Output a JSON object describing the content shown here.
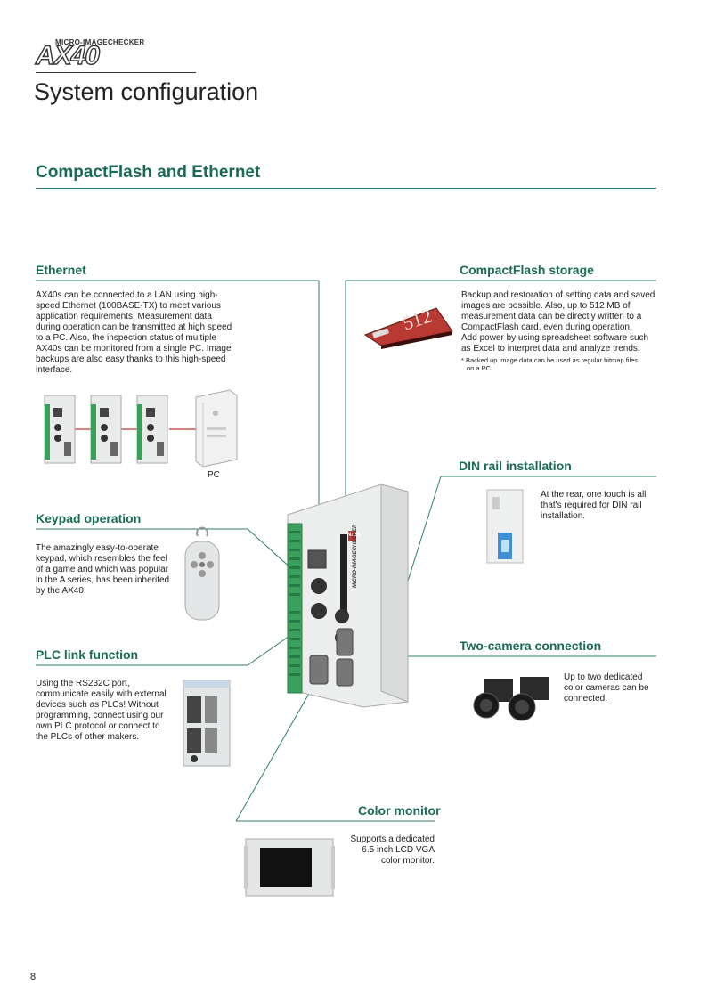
{
  "header": {
    "brand_small": "MICRO-IMAGECHECKER",
    "brand_model": "AX40",
    "page_title": "System configuration"
  },
  "section": {
    "title": "CompactFlash and Ethernet"
  },
  "ethernet": {
    "heading": "Ethernet",
    "body": [
      "AX40s can be connected to a LAN using high-",
      "speed Ethernet (100BASE-TX) to meet various",
      "application requirements. Measurement data",
      "during operation can be transmitted at high speed",
      "to a PC. Also, the inspection status of multiple",
      "AX40s can be monitored from a single PC. Image",
      "backups are also easy thanks to this high-speed",
      "interface."
    ],
    "pc_label": "PC"
  },
  "compactflash": {
    "heading": "CompactFlash storage",
    "body": [
      "Backup and restoration of setting data and saved",
      "images are possible. Also, up to 512 MB of",
      "measurement data can be directly written to a",
      "CompactFlash card, even during operation.",
      "Add power by using spreadsheet software such",
      "as Excel to interpret data and analyze trends."
    ],
    "footnote": [
      "* Backed up image data can be used as regular bitmap files",
      "on a PC."
    ],
    "card_label": "512"
  },
  "din": {
    "heading": "DIN rail installation",
    "body": [
      "At the rear, one touch is all",
      "that's required for DIN rail",
      "installation."
    ]
  },
  "keypad": {
    "heading": "Keypad operation",
    "body": [
      "The amazingly easy-to-operate",
      "keypad, which resembles the feel",
      "of a game and which was popular",
      "in the A series, has been inherited",
      "by the AX40."
    ]
  },
  "plc": {
    "heading": "PLC link function",
    "body": [
      "Using the RS232C port,",
      "communicate easily with external",
      "devices such as PLCs! Without",
      "programming, connect using our",
      "own PLC protocol or connect to",
      "the PLCs of other makers."
    ]
  },
  "camera": {
    "heading": "Two-camera connection",
    "body": [
      "Up to two dedicated",
      "color cameras can be",
      "connected."
    ]
  },
  "monitor": {
    "heading": "Color monitor",
    "body": [
      "Supports a dedicated",
      "6.5 inch LCD VGA",
      "color monitor."
    ]
  },
  "device": {
    "brand": "NAIS",
    "side_text": "MICRO-IMAGECHECKER"
  },
  "footer": {
    "page_number": "8"
  },
  "colors": {
    "accent": "#1a6b56",
    "rule": "#2f7d67",
    "terminal_green": "#3aa05c",
    "card_red": "#b83a32"
  }
}
